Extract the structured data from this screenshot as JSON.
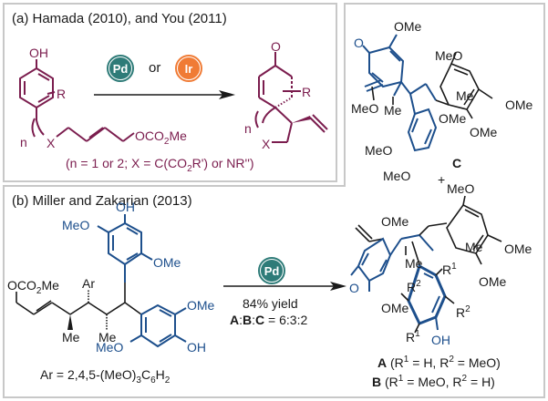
{
  "panel_a": {
    "title": "(a) Hamada (2010), and You (2011)",
    "catalyst_1": "Pd",
    "or_label": "or",
    "catalyst_2": "Ir",
    "substrate": {
      "oh": "OH",
      "r": "R",
      "n": "n",
      "x": "X",
      "ester": "OCO",
      "ester_sub": "2",
      "ester_tail": "Me"
    },
    "product": {
      "o": "O",
      "r": "R",
      "n": "n",
      "x": "X"
    },
    "conditions": {
      "part1": "(n = 1 or 2; X = C(CO",
      "sub": "2",
      "part2": "R') or NR'')"
    }
  },
  "panel_c": {
    "label": "C",
    "plus": "+",
    "groups": [
      "OMe",
      "O",
      "MeO",
      "Me",
      "MeO",
      "OMe",
      "OMe",
      "Me",
      "OMe",
      "MeO",
      "MeO"
    ]
  },
  "panel_b": {
    "title": "(b) Miller and Zakarian (2013)",
    "catalyst": "Pd",
    "yield_text": "84% yield",
    "ratio": {
      "a": "A",
      "sep1": ":",
      "b": "B",
      "sep2": ":",
      "c": "C",
      "value": " = 6:3:2"
    },
    "substrate": {
      "oh_top": "OH",
      "meo_top": "MeO",
      "ome_mid": "OMe",
      "ester": "OCO",
      "ester_sub": "2",
      "ester_tail": "Me",
      "ar": "Ar",
      "ome_right": "OMe",
      "me1": "Me",
      "me2": "Me",
      "meo_bottom": "MeO",
      "oh_bottom": "OH"
    },
    "ar_def": {
      "prefix": "Ar = 2,4,5-(MeO)",
      "s1": "3",
      "mid": "C",
      "s2": "6",
      "mid2": "H",
      "s3": "2"
    },
    "product": {
      "ome_top": "OMe",
      "meo_top": "MeO",
      "me_right": "Me",
      "ome_right": "OMe",
      "me_left": "Me",
      "r1_top": "R",
      "r2_left": "R",
      "ome_bottom_right": "OMe",
      "o": "O",
      "ome_bottom": "OMe",
      "r2_right": "R",
      "r1_bottom": "R",
      "oh": "OH"
    },
    "legend": [
      {
        "label": "A",
        "text": " (R",
        "s1": "1",
        "t2": " = H, R",
        "s2": "2",
        "t3": " = MeO)"
      },
      {
        "label": "B",
        "text": " (R",
        "s1": "1",
        "t2": " = MeO, R",
        "s2": "2",
        "t3": " = H)"
      }
    ]
  },
  "colors": {
    "pd": "#2e7b78",
    "ir": "#f07b35",
    "maroon": "#7b1d4e",
    "blue": "#1d4f8c",
    "border": "#c8c8c8"
  }
}
